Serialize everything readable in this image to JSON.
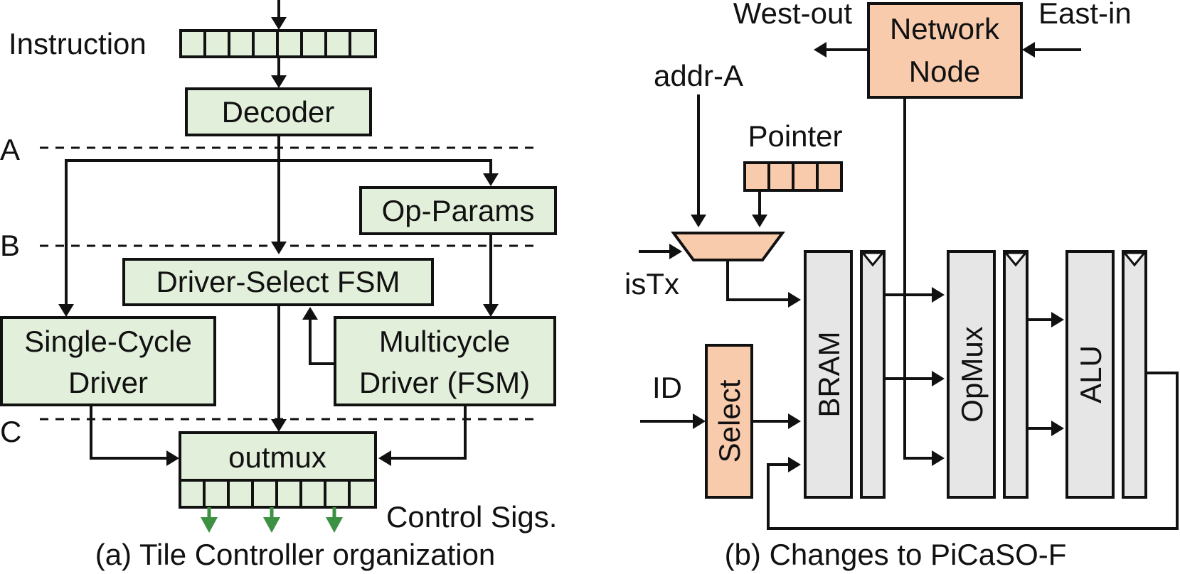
{
  "panel_a": {
    "caption": "(a) Tile Controller organization",
    "instruction_label": "Instruction",
    "decoder": "Decoder",
    "line_a": "A",
    "line_b": "B",
    "line_c": "C",
    "op_params": "Op-Params",
    "driver_select": "Driver-Select FSM",
    "single_cycle_line1": "Single-Cycle",
    "single_cycle_line2": "Driver",
    "multicycle_line1": "Multicycle",
    "multicycle_line2": "Driver (FSM)",
    "outmux": "outmux",
    "control_sigs": "Control Sigs."
  },
  "panel_b": {
    "caption": "(b) Changes to PiCaSO-F",
    "west_out": "West-out",
    "east_in": "East-in",
    "network_node_line1": "Network",
    "network_node_line2": "Node",
    "addr_a": "addr-A",
    "pointer": "Pointer",
    "is_tx": "isTx",
    "id": "ID",
    "select": "Select",
    "bram": "BRAM",
    "opmux": "OpMux",
    "alu": "ALU"
  },
  "colors": {
    "green_fill": "#e2efda",
    "pink_fill": "#f8cbad",
    "gray_fill": "#e6e6e6",
    "signal_arrow": "#3d9142"
  }
}
